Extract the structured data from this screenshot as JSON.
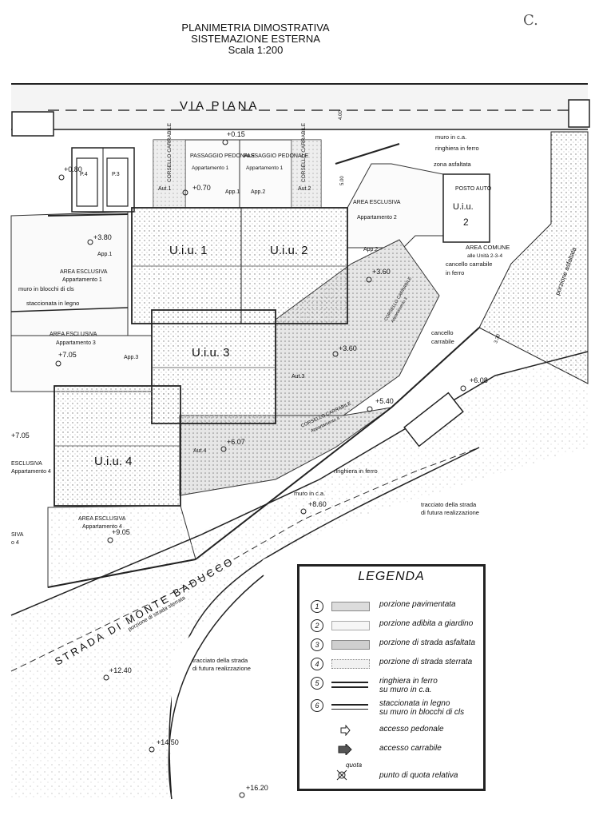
{
  "header": {
    "line1": "PLANIMETRIA DIMOSTRATIVA",
    "line2": "SISTEMAZIONE ESTERNA",
    "line3": "Scala 1:200"
  },
  "corner_mark": "C.",
  "plan": {
    "street_top": "VIA PIANA",
    "street_bottom": "STRADA DI MONTE BADUCCO",
    "porzione_sterrata": "porzione di strada sterrata",
    "porzione_asfaltata": "porzione asfaltata",
    "units": [
      "U.i.u. 1",
      "U.i.u. 2",
      "U.i.u. 3",
      "U.i.u. 4"
    ],
    "quote": [
      "+0.15",
      "+0.70",
      "+3.80",
      "+3.60",
      "+3.60",
      "+7.05",
      "+7.05",
      "+6.08",
      "+5.40",
      "+6.07",
      "+8.60",
      "+9.05",
      "+12.40",
      "+14.50",
      "+16.20",
      "+0.80"
    ],
    "labels": {
      "corsello_carrabile": "CORSELLO CARRABILE",
      "passaggio_pedonale": "PASSAGGIO PEDONALE",
      "app1": "Appartamento 1",
      "app2": "Appartamento 2",
      "app3": "Appartamento 3",
      "app4": "Appartamento 4",
      "appartamento_3_small": "Appartamento 3",
      "area_esclusiva": "AREA ESCLUSIVA",
      "area_comune": "AREA COMUNE",
      "area_comune_sub": "alle Unità 2-3-4",
      "muro_ca": "muro in c.a.",
      "ringhiera": "ringhiera in ferro",
      "zona_asfaltata": "zona asfaltata",
      "posto_auto": "POSTO AUTO",
      "posto_uiu": "U.i.u.",
      "posto_num": "2",
      "cancello_carrabile": "cancello carrabile",
      "in_ferro": "in ferro",
      "cancello": "cancello",
      "carrabile": "carrabile",
      "muro_blocchi": "muro in blocchi di cls",
      "staccionata": "staccionata in legno",
      "tracciato_1": "tracciato della strada",
      "tracciato_2": "di futura realizzazione",
      "ringhiera_ferro_low": "ringhiera in ferro",
      "muro_ca_low": "muro in c.a.",
      "app_1": "App.1",
      "app_2": "App.2",
      "app_3": "App.3",
      "aut_1": "Aut.1",
      "aut_2": "Aut.2",
      "aut_3": "Aut.3",
      "aut_4": "Aut.4",
      "corsello_app4": "CORSELLO CARRABILE",
      "corsello_app4_sub": "Appartamento 4",
      "corsello_app3_sub": "Appartamento 3",
      "ncl_left1": "ESCLUSIVA",
      "ncl_left2": "Appartamento 4",
      "ncl_left3": "SIVA",
      "ncl_left4": "o 4",
      "p4": "P.4",
      "p3": "P.3",
      "dist_500": "5.00",
      "dist_400": "4.00",
      "dist_330": "3.30"
    }
  },
  "legend": {
    "title": "LEGENDA",
    "items": [
      {
        "num": "1",
        "text": "porzione pavimentata"
      },
      {
        "num": "2",
        "text": "porzione adibita a giardino"
      },
      {
        "num": "3",
        "text": "porzione di strada asfaltata"
      },
      {
        "num": "4",
        "text": "porzione di strada sterrata"
      },
      {
        "num": "5",
        "text": "ringhiera in ferro",
        "text2": "su muro in c.a."
      },
      {
        "num": "6",
        "text": "staccionata in legno",
        "text2": "su muro in blocchi di cls"
      }
    ],
    "sym_pedonale": "accesso pedonale",
    "sym_carrabile": "accesso carrabile",
    "sym_quota_label": "quota",
    "sym_quota": "punto di quota relativa"
  }
}
